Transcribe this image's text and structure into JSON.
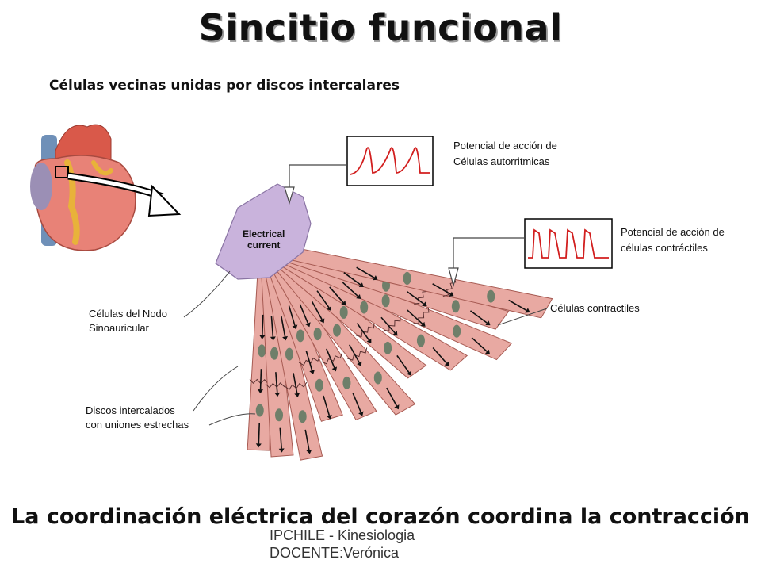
{
  "title": "Sincitio funcional",
  "subtitle": "Células vecinas unidas por discos intercalares",
  "diagram": {
    "center_label_line1": "Electrical",
    "center_label_line2": "current",
    "label_autorritmicas_1": "Potencial de acción de",
    "label_autorritmicas_2": "Células autorritmicas",
    "label_contractiles_1": "Potencial de acción de",
    "label_contractiles_2": "células contráctiles",
    "label_nodo_1": "Células del Nodo",
    "label_nodo_2": "Sinoauricular",
    "label_celulas_contractiles": "Células contractiles",
    "label_discos_1": "Discos intercalados",
    "label_discos_2": "con uniones estrechas",
    "colors": {
      "muscle": "#e8a9a2",
      "muscle_stroke": "#a65a52",
      "node": "#c9b3dc",
      "nucleus": "#6f7f6a",
      "trace": "#d21f1f",
      "heart": "#e36a5a"
    }
  },
  "caption": "La coordinación eléctrica del corazón coordina la contracción",
  "footer_line1": "IPCHILE  - Kinesiologia",
  "footer_line2": "DOCENTE:Verónica"
}
